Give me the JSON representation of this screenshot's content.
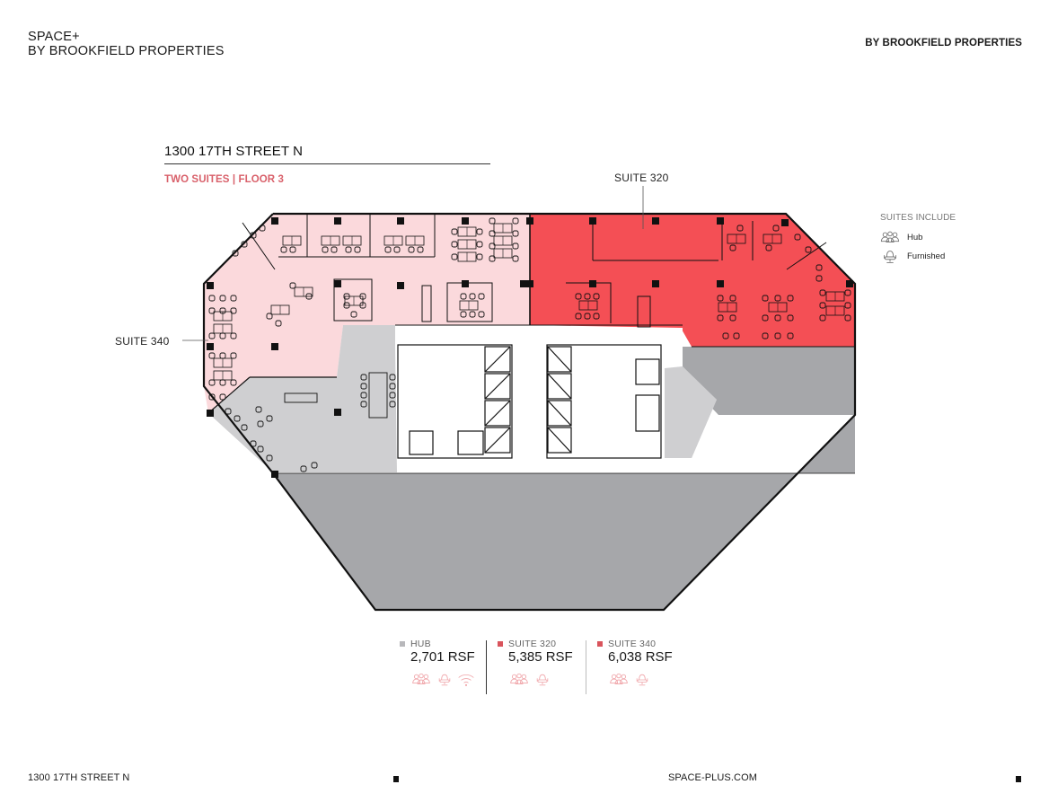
{
  "header": {
    "brand_line1": "SPACE+",
    "brand_line2": "BY BROOKFIELD PROPERTIES",
    "brand_right": "BY BROOKFIELD PROPERTIES"
  },
  "listing": {
    "title": "1300 17TH STREET N",
    "subtitle": "TWO SUITES | FLOOR 3"
  },
  "floorplan": {
    "labels": {
      "suite_320": "SUITE 320",
      "suite_340": "SUITE 340"
    },
    "colors": {
      "suite_320": "#f44f55",
      "suite_340": "#fbd9dc",
      "hub": "#cfcfd1",
      "unavailable": "#a6a7aa",
      "core": "#ffffff",
      "wall": "#111111"
    }
  },
  "suites_include": {
    "heading": "SUITES INCLUDE",
    "items": [
      {
        "icon": "hub-people-icon",
        "label": "Hub"
      },
      {
        "icon": "furnished-chair-icon",
        "label": "Furnished"
      }
    ]
  },
  "stats": [
    {
      "name": "HUB",
      "value": "2,701 RSF",
      "color": "#b8b8bb",
      "icons": [
        "hub-people-icon",
        "furnished-chair-icon",
        "wifi-icon"
      ]
    },
    {
      "name": "SUITE 320",
      "value": "5,385 RSF",
      "color": "#d9545c",
      "icons": [
        "hub-people-icon",
        "furnished-chair-icon"
      ]
    },
    {
      "name": "SUITE 340",
      "value": "6,038 RSF",
      "color": "#d9545c",
      "icons": [
        "hub-people-icon",
        "furnished-chair-icon"
      ]
    }
  ],
  "footer": {
    "address": "1300 17TH STREET N",
    "website": "SPACE-PLUS.COM"
  }
}
